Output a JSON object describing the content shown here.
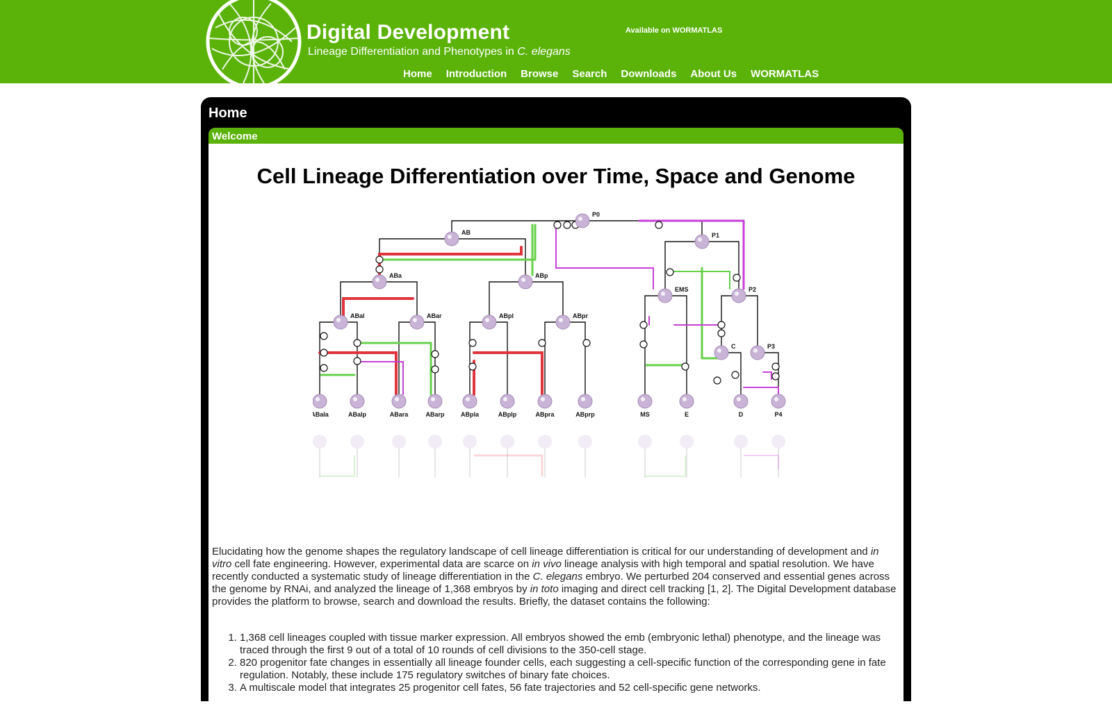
{
  "header": {
    "title": "Digital Development",
    "subtitle_prefix": "Lineage Differentiation and Phenotypes in ",
    "subtitle_species": "C. elegans",
    "available_label": "Available on WORMATLAS",
    "brand_color": "#5bb30a"
  },
  "nav": {
    "items": [
      "Home",
      "Introduction",
      "Browse",
      "Search",
      "Downloads",
      "About Us",
      "WORMATLAS"
    ]
  },
  "panel": {
    "title": "Home",
    "section_title": "Welcome",
    "headline": "Cell Lineage Differentiation over Time, Space and Genome"
  },
  "diagram": {
    "labels": [
      "P0",
      "AB",
      "P1",
      "ABa",
      "ABp",
      "EMS",
      "P2",
      "ABal",
      "ABar",
      "ABpl",
      "ABpr",
      "C",
      "P3",
      "ABala",
      "ABalp",
      "ABara",
      "ABarp",
      "ABpla",
      "ABplp",
      "ABpra",
      "ABprp",
      "MS",
      "E",
      "D",
      "P4"
    ],
    "colors": {
      "red": "#e0353d",
      "green": "#66d14a",
      "magenta": "#c63fd6",
      "black": "#111111",
      "node": "#c9b3d6"
    }
  },
  "intro": {
    "p1": "Elucidating how the genome shapes the regulatory landscape of cell lineage differentiation is critical for our understanding of development and ",
    "p1_em1": "in vitro",
    "p2": " cell fate engineering. However, experimental data are scarce on ",
    "p2_em": "in vivo",
    "p3": " lineage analysis with high temporal and spatial resolution. We have recently conducted a systematic study of lineage differentiation in the ",
    "p3_em": "C. elegans",
    "p4": " embryo. We perturbed 204 conserved and essential genes across the genome by RNAi, and analyzed the lineage of 1,368 embryos by ",
    "p4_em": "in toto",
    "p5": " imaging and direct cell tracking [1, 2]. The Digital Development database provides the platform to browse, search and download the results. Briefly, the dataset contains the following:"
  },
  "list": {
    "items": [
      "1,368 cell lineages coupled with tissue marker expression. All embryos showed the emb (embryonic lethal) phenotype, and the lineage was traced through the first 9 out of a total of 10 rounds of cell divisions to the 350-cell stage.",
      "820 progenitor fate changes in essentially all lineage founder cells, each suggesting a cell-specific function of the corresponding gene in fate regulation. Notably, these include 175 regulatory switches of binary fate choices.",
      "A multiscale model that integrates 25 progenitor cell fates, 56 fate trajectories and 52 cell-specific gene networks."
    ]
  }
}
